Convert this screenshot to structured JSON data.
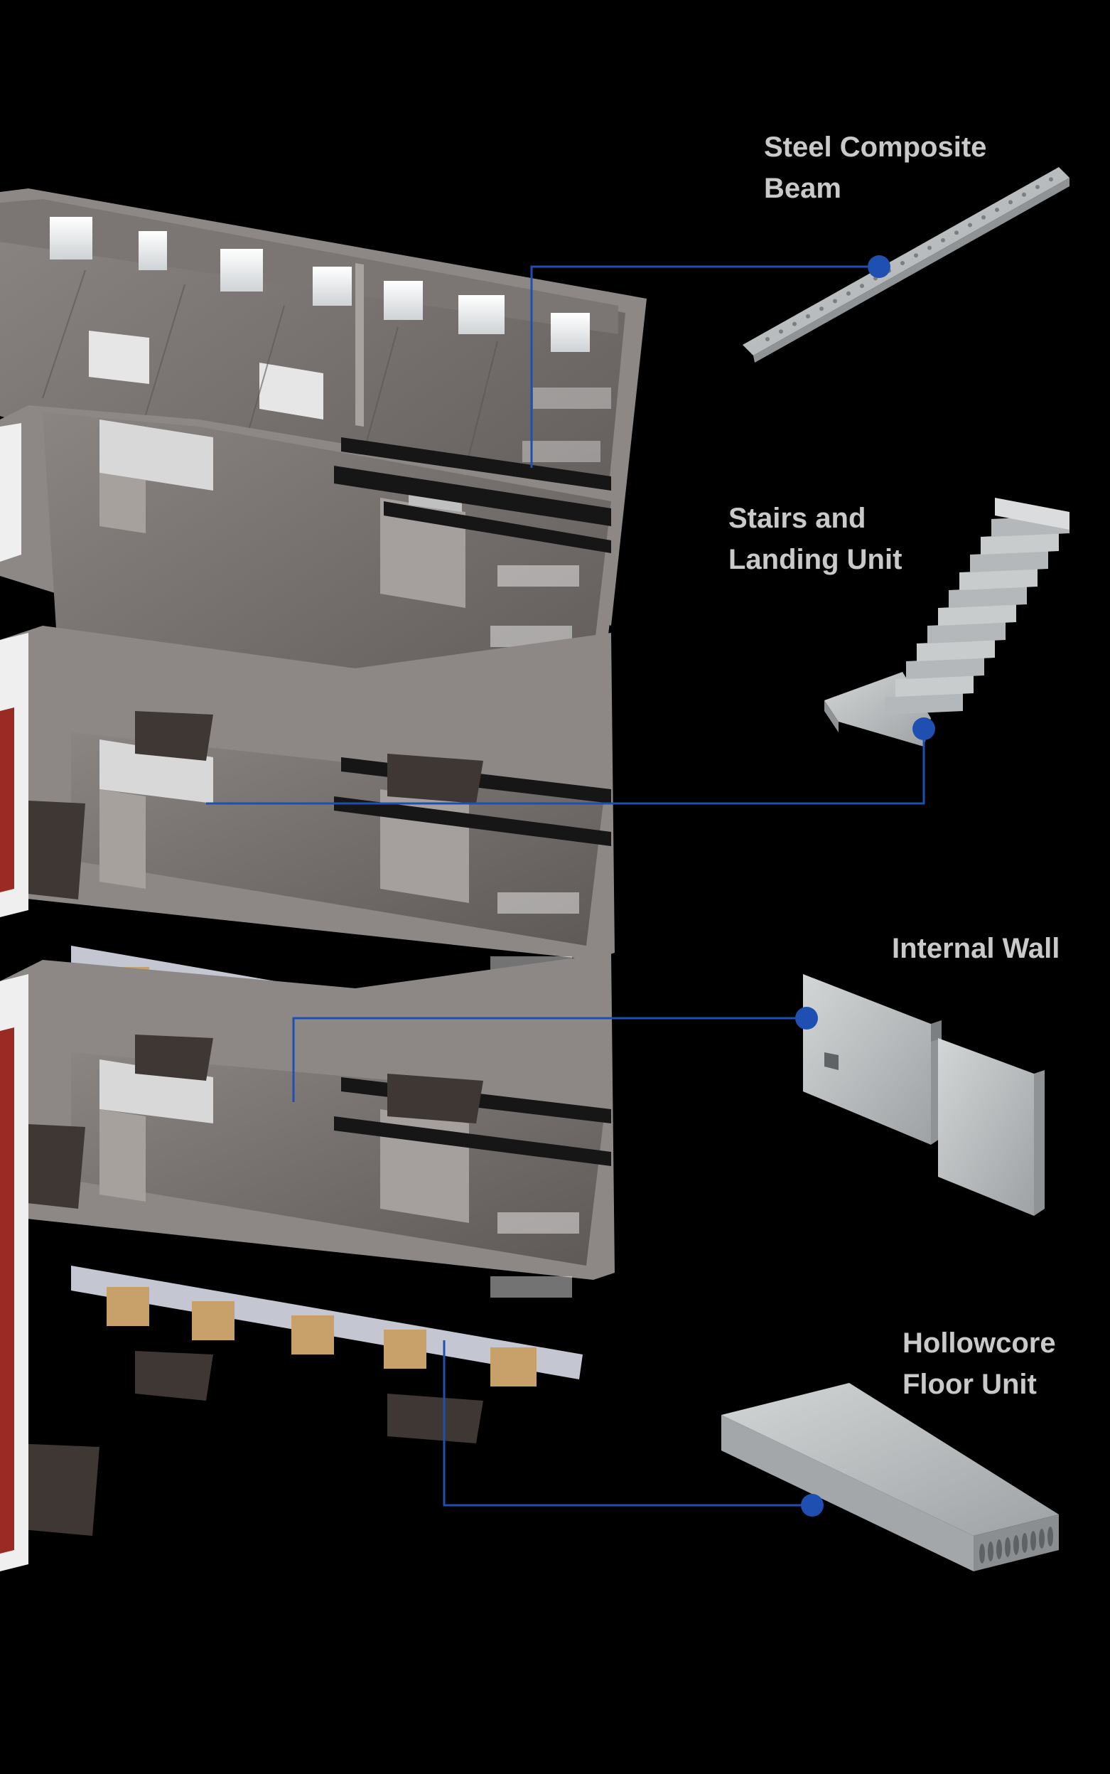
{
  "components": [
    {
      "id": "beam",
      "lines": [
        "Steel Composite",
        "Beam"
      ]
    },
    {
      "id": "stairs",
      "lines": [
        "Stairs and",
        "Landing Unit"
      ]
    },
    {
      "id": "wall",
      "lines": [
        "Internal Wall"
      ]
    },
    {
      "id": "floor",
      "lines": [
        "Hollowcore",
        "Floor Unit"
      ]
    }
  ],
  "colors": {
    "background": "#000000",
    "callout": "#1f4fb0",
    "label": "#c9c9c9",
    "concrete": "#b9bcbd",
    "floor": "#6e6866",
    "steel": "#161616"
  },
  "icons": [
    "steel-beam-icon",
    "stair-unit-icon",
    "internal-wall-icon",
    "hollowcore-slab-icon"
  ]
}
